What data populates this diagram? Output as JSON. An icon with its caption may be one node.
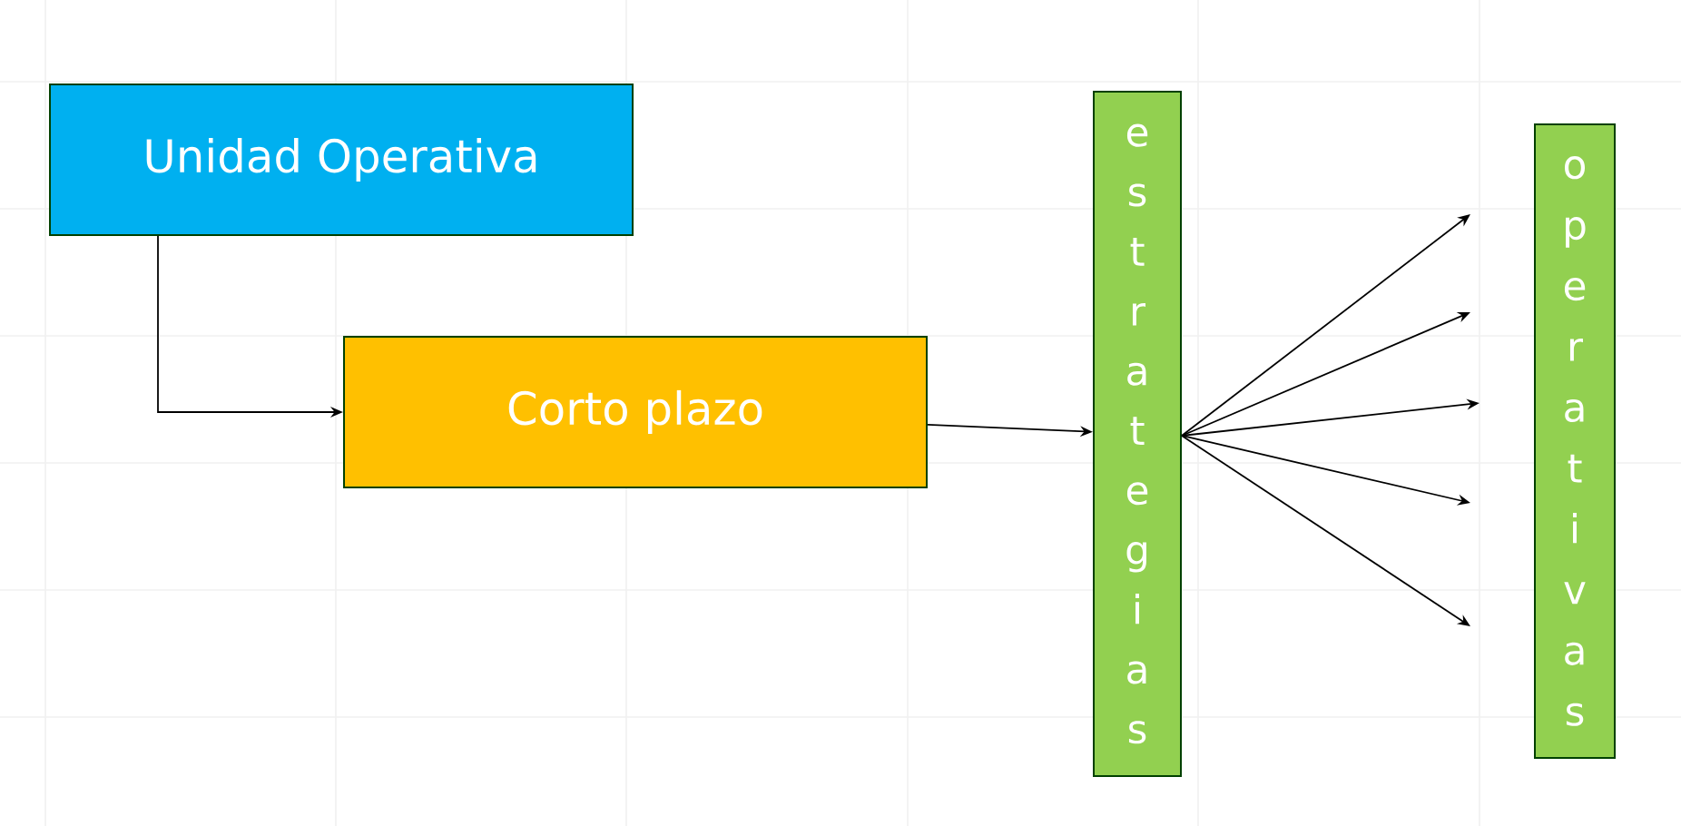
{
  "diagram": {
    "nodes": [
      {
        "text": [
          "Unidad Operativa"
        ]
      },
      {
        "text": [
          "Corto plazo"
        ]
      },
      {
        "text": [
          "estrategias"
        ]
      },
      {
        "text": [
          "operativas"
        ]
      }
    ],
    "edges": [
      {
        "from": 0,
        "to": 1,
        "arrow": "to"
      },
      {
        "from": 1,
        "to": 2,
        "arrow": "to"
      },
      {
        "from": 2,
        "to": null,
        "arrow": "to"
      },
      {
        "from": 2,
        "to": null,
        "arrow": "to"
      },
      {
        "from": 2,
        "to": null,
        "arrow": "to"
      },
      {
        "from": 2,
        "to": null,
        "arrow": "to"
      },
      {
        "from": 2,
        "to": null,
        "arrow": "to"
      }
    ]
  }
}
